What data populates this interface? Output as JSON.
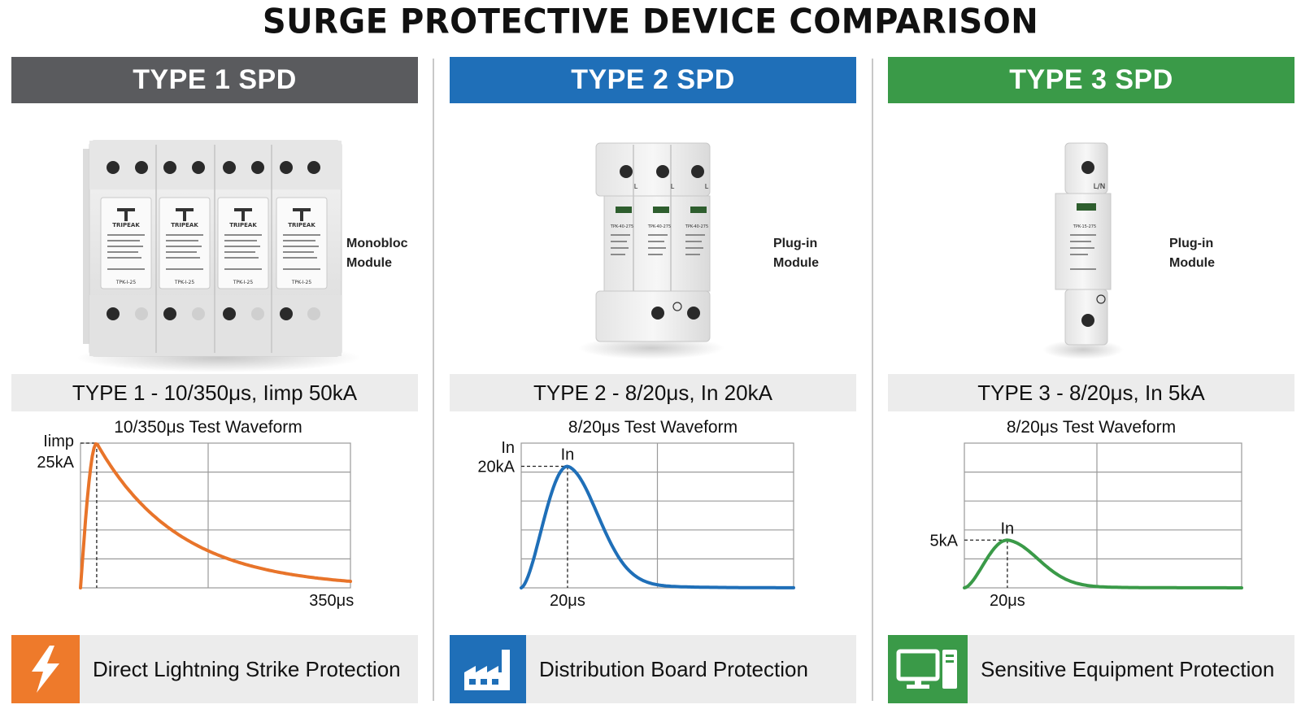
{
  "title": "SURGE PROTECTIVE DEVICE COMPARISON",
  "colors": {
    "type1_header": "#5a5b5e",
    "type2_header": "#1f6fb8",
    "type3_header": "#3a9a48",
    "type1_curve": "#e8742a",
    "type2_curve": "#1f6fb8",
    "type3_curve": "#3a9a48",
    "type1_icon_bg": "#ee7a2b",
    "type2_icon_bg": "#1f6fb8",
    "type3_icon_bg": "#3a9a48"
  },
  "columns": [
    {
      "header": "TYPE 1 SPD",
      "module_label_line1": "Monobloc",
      "module_label_line2": "Module",
      "brand": "TRIPEAK",
      "model": "TPK-I-25",
      "spec": "TYPE 1 - 10/350μs, Iimp 50kA",
      "footer": "Direct Lightning Strike Protection",
      "footer_icon": "lightning-bolt-icon",
      "waveform": {
        "title": "10/350μs Test Waveform",
        "peak_label": "Iimp",
        "y_label": "25kA",
        "x_label": "350μs",
        "peak_fraction": 1.0,
        "peak_time_fraction": 0.06,
        "x_label_fraction": 0.93
      }
    },
    {
      "header": "TYPE 2 SPD",
      "module_label_line1": "Plug-in",
      "module_label_line2": "Module",
      "pole_mark": "L",
      "model": "TPK-40-275",
      "spec": "TYPE 2 - 8/20μs, In 20kA",
      "footer": "Distribution Board Protection",
      "footer_icon": "factory-icon",
      "waveform": {
        "title": "8/20μs Test Waveform",
        "corner_label": "In",
        "peak_label": "In",
        "y_label": "20kA",
        "x_label": "20μs",
        "peak_fraction": 0.84,
        "peak_time_fraction": 0.17
      }
    },
    {
      "header": "TYPE 3 SPD",
      "module_label_line1": "Plug-in",
      "module_label_line2": "Module",
      "terminal_label": "L/N",
      "model": "TPK-15-275",
      "spec": "TYPE 3 - 8/20μs, In 5kA",
      "footer": "Sensitive Equipment Protection",
      "footer_icon": "computer-icon",
      "waveform": {
        "title": "8/20μs Test Waveform",
        "peak_label": "In",
        "y_label": "5kA",
        "x_label": "20μs",
        "peak_fraction": 0.33,
        "peak_time_fraction": 0.155
      }
    }
  ]
}
